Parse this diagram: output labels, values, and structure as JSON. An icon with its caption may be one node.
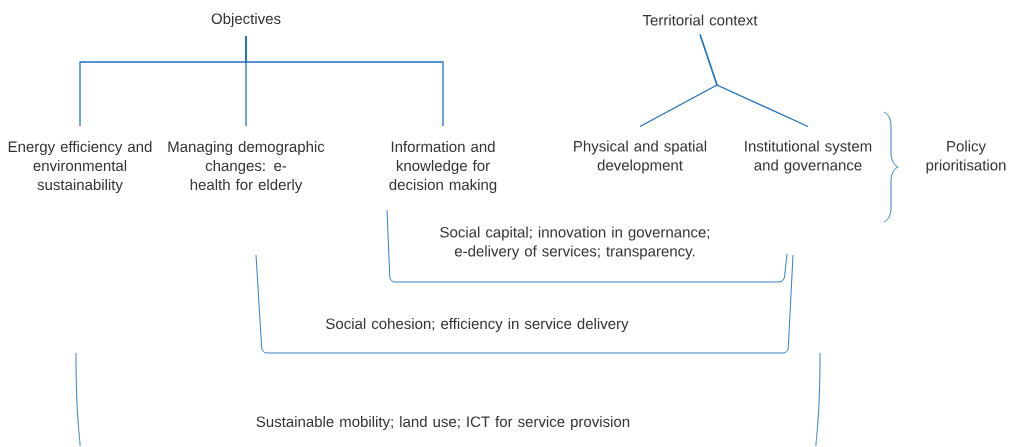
{
  "diagram": {
    "nodes": [
      {
        "text": [
          "Objectives"
        ]
      },
      {
        "text": [
          "Energy efficiency and environmental sustainability"
        ]
      },
      {
        "text": [
          "Managing demographic changes: e-health for elderly"
        ]
      },
      {
        "text": [
          "Information and knowledge for decision making"
        ]
      },
      {
        "text": [
          "Territorial context"
        ]
      },
      {
        "text": [
          "Physical and spatial development"
        ]
      },
      {
        "text": [
          "Institutional system and governance"
        ]
      },
      {
        "text": [
          "Policy prioritisation"
        ]
      }
    ],
    "edges": [
      {
        "from": 0,
        "to": 1,
        "arrow": "none"
      },
      {
        "from": 0,
        "to": 2,
        "arrow": "none"
      },
      {
        "from": 0,
        "to": 3,
        "arrow": "none"
      },
      {
        "from": 4,
        "to": 5,
        "arrow": "none"
      },
      {
        "from": 4,
        "to": 6,
        "arrow": "none"
      }
    ],
    "labels": [
      "Social capital; innovation in governance; e-delivery of services; transparency.",
      "Social cohesion; efficiency in service delivery",
      "Sustainable mobility; land use; ICT for service provision"
    ]
  }
}
